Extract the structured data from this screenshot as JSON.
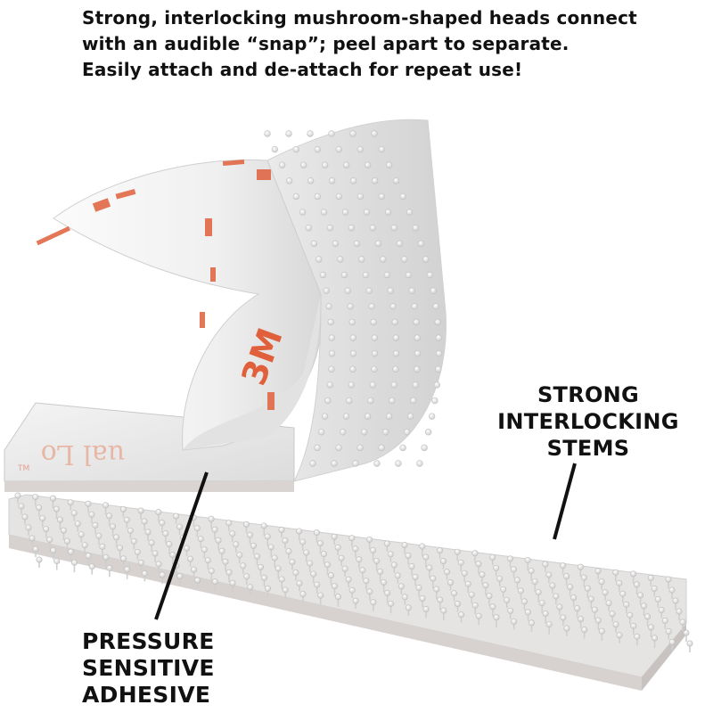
{
  "headline": {
    "line1": "Strong, interlocking mushroom-shaped heads connect",
    "line2": "with an audible “snap”; peel apart to separate.",
    "line3": "Easily attach and de-attach for repeat use!"
  },
  "callouts": {
    "stems": {
      "line1": "STRONG",
      "line2": "INTERLOCKING",
      "line3": "STEMS"
    },
    "adhesive": {
      "line1": "PRESSURE",
      "line2": "SENSITIVE",
      "line3": "ADHESIVE"
    }
  },
  "product": {
    "liner_print_1": "3M",
    "liner_print_2": "ual Lo",
    "liner_print_3": "TM",
    "liner_print_color": "#e0603c"
  }
}
